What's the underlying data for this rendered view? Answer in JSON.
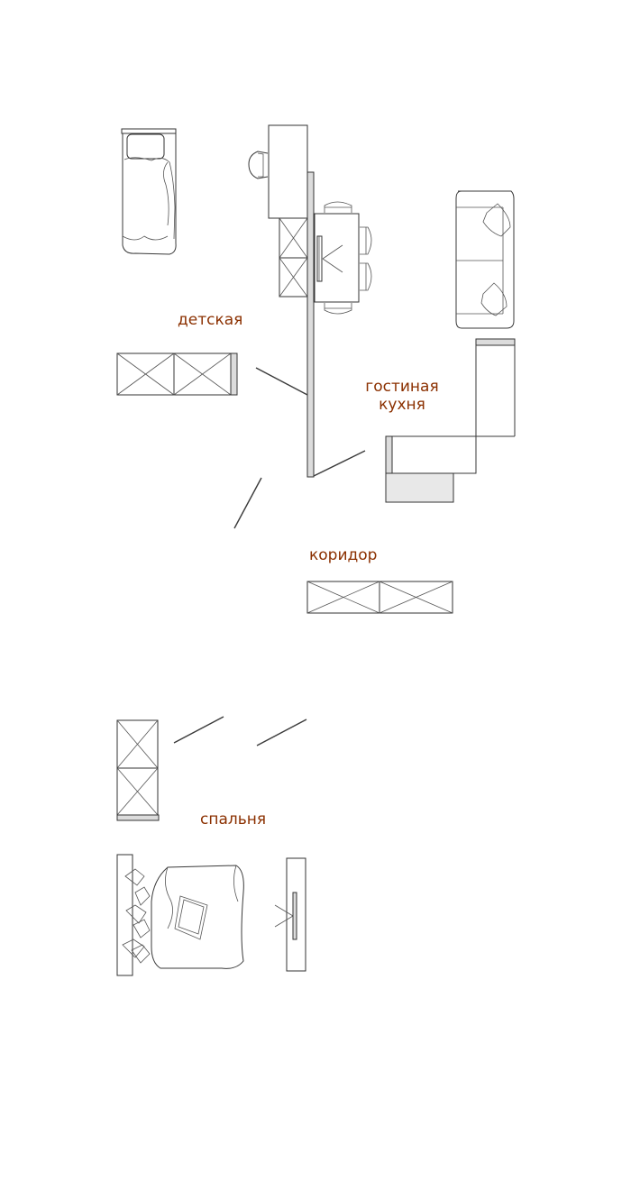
{
  "colors": {
    "label": "#8b3000",
    "line": "#3a3a3a",
    "wall_fill": "#dcdcdc",
    "counter_fill": "#e8e8e8"
  },
  "rooms": {
    "children": "детская",
    "living_line1": "гостиная",
    "living_line2": "кухня",
    "corridor": "коридор",
    "bedroom": "спальня"
  }
}
